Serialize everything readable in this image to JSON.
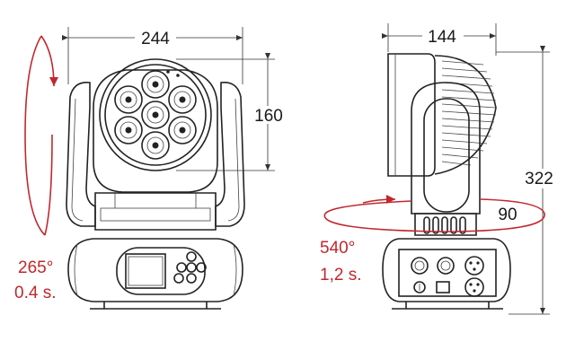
{
  "dimensions": {
    "width_front": "244",
    "head_height": "160",
    "depth_side": "144",
    "total_height": "322",
    "base_depth": "90"
  },
  "tilt": {
    "angle": "265°",
    "time": "0.4 s."
  },
  "pan": {
    "angle": "540°",
    "time": "1,2 s."
  },
  "colors": {
    "rotation_red": "#c0282d",
    "line": "#222222"
  }
}
